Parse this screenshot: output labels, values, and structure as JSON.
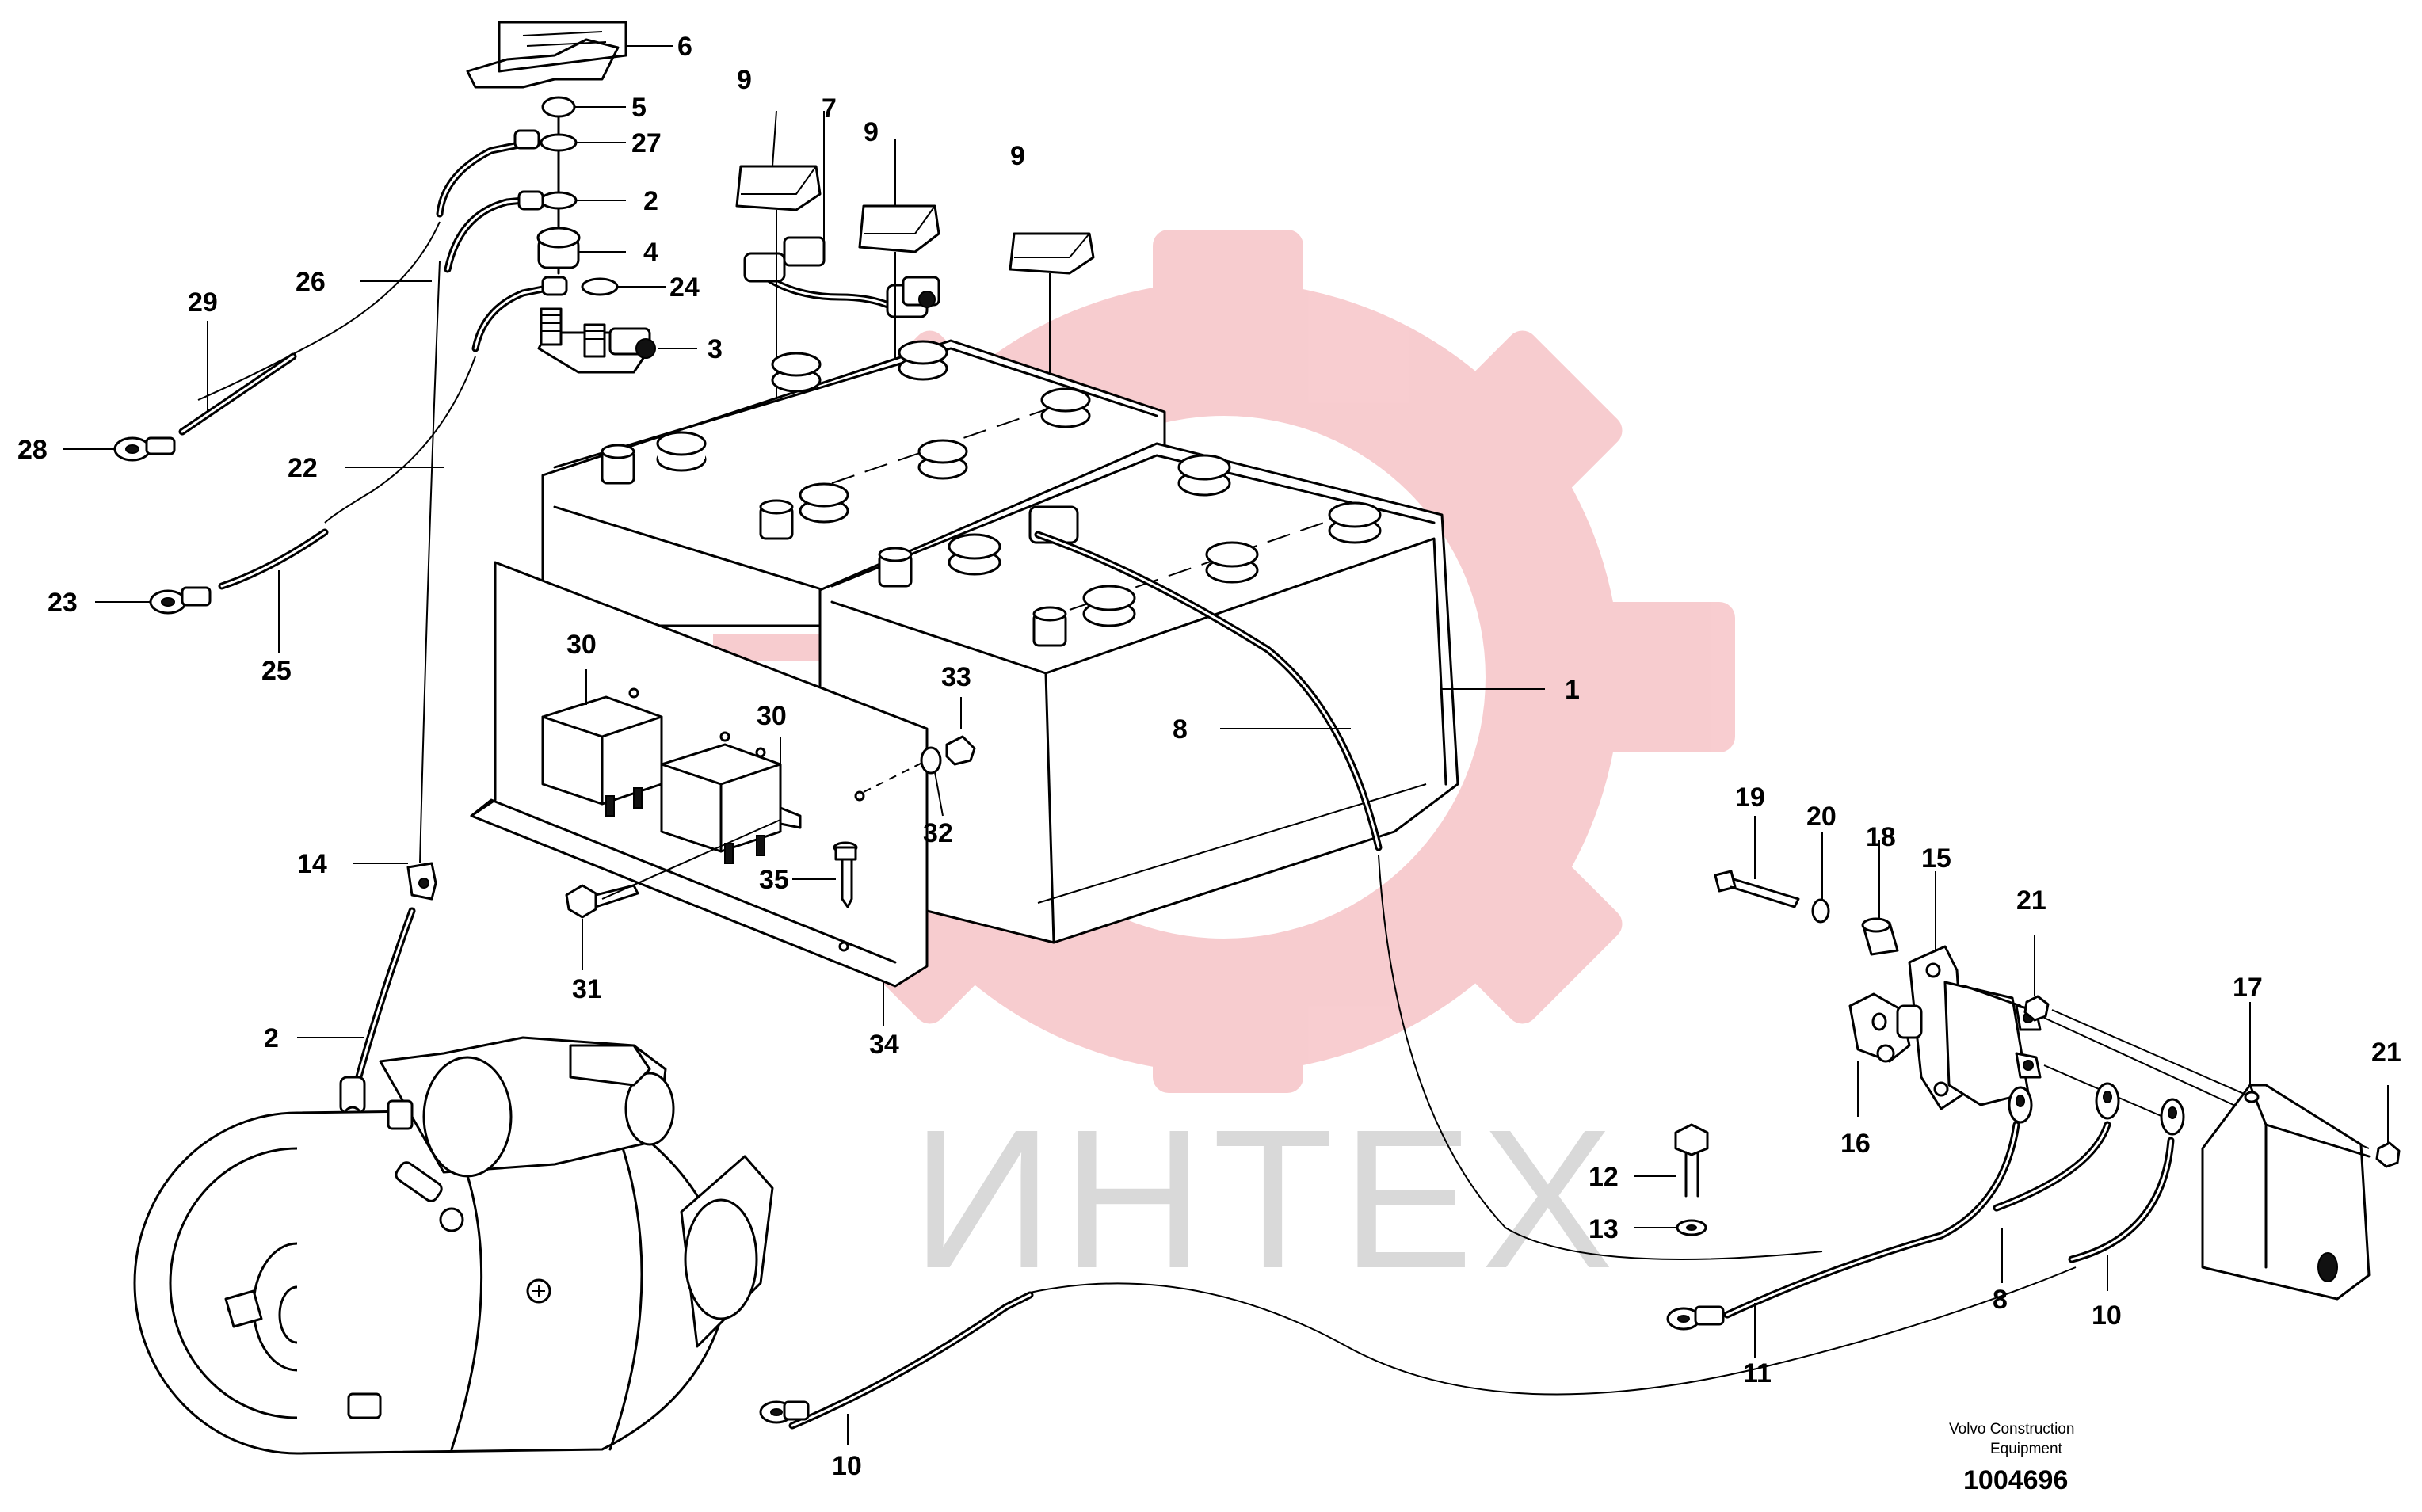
{
  "watermark": {
    "text": "ИНТЕХ",
    "color": "#f6c3c6",
    "text_color": "#d9d9d9"
  },
  "callouts": {
    "c1": "1",
    "c2a": "2",
    "c2b": "2",
    "c3": "3",
    "c4": "4",
    "c5": "5",
    "c6": "6",
    "c7": "7",
    "c8a": "8",
    "c8b": "8",
    "c9a": "9",
    "c9b": "9",
    "c9c": "9",
    "c10a": "10",
    "c10b": "10",
    "c11": "11",
    "c12": "12",
    "c13": "13",
    "c14": "14",
    "c15": "15",
    "c16": "16",
    "c17": "17",
    "c18": "18",
    "c19": "19",
    "c20": "20",
    "c21a": "21",
    "c21b": "21",
    "c22": "22",
    "c23": "23",
    "c24": "24",
    "c25": "25",
    "c26": "26",
    "c27": "27",
    "c28": "28",
    "c29": "29",
    "c30a": "30",
    "c30b": "30",
    "c31": "31",
    "c32": "32",
    "c33": "33",
    "c34": "34",
    "c35": "35"
  },
  "footer": {
    "caption_line1": "Volvo Construction",
    "caption_line2": "Equipment",
    "catalog_number": "1004696"
  }
}
